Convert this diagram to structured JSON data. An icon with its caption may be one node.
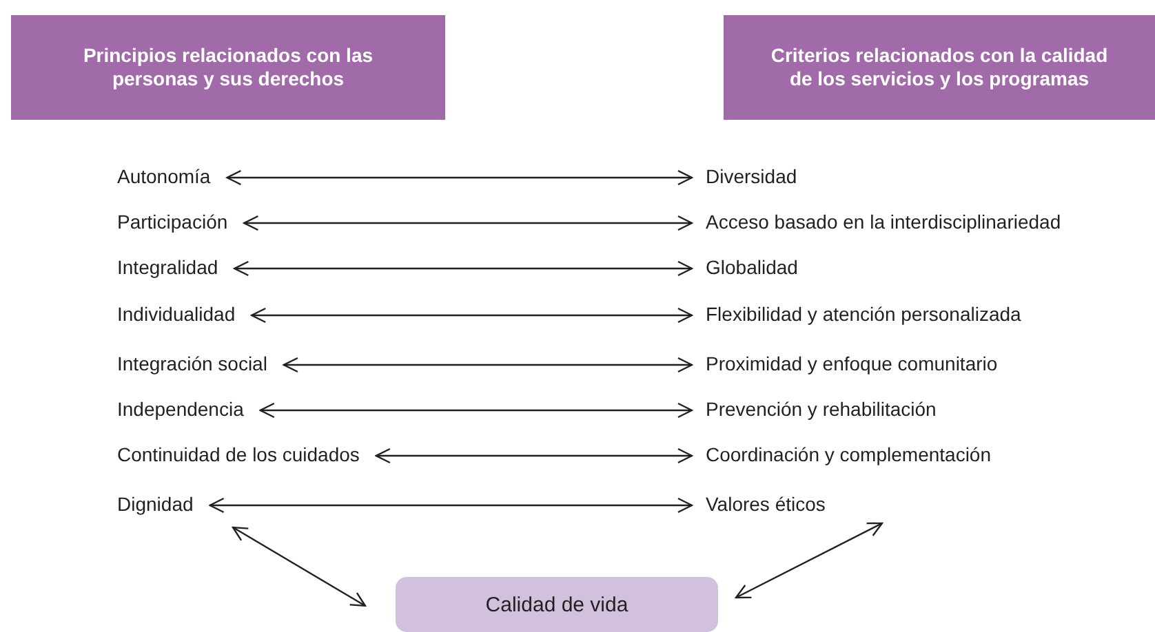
{
  "diagram": {
    "nodes": [
      {
        "text": [
          "Principios relacionados con las personas y sus derechos"
        ]
      },
      {
        "text": [
          "Criterios  relacionados con la calidad de los servicios y los programas"
        ]
      },
      {
        "text": [
          "Autonomía"
        ]
      },
      {
        "text": [
          "Participación"
        ]
      },
      {
        "text": [
          "Integralidad"
        ]
      },
      {
        "text": [
          "Individualidad"
        ]
      },
      {
        "text": [
          "Integración social"
        ]
      },
      {
        "text": [
          "Independencia"
        ]
      },
      {
        "text": [
          "Continuidad de los cuidados"
        ]
      },
      {
        "text": [
          "Dignidad"
        ]
      },
      {
        "text": [
          "Diversidad"
        ]
      },
      {
        "text": [
          "Acceso basado en la interdisciplinariedad"
        ]
      },
      {
        "text": [
          "Globalidad"
        ]
      },
      {
        "text": [
          "Flexibilidad y atención personalizada"
        ]
      },
      {
        "text": [
          "Proximidad y enfoque comunitario"
        ]
      },
      {
        "text": [
          "Prevención y rehabilitación"
        ]
      },
      {
        "text": [
          "Coordinación y complementación"
        ]
      },
      {
        "text": [
          "Valores éticos"
        ]
      },
      {
        "text": [
          "Calidad de vida"
        ]
      }
    ],
    "edges": [
      {
        "from": 2,
        "to": 10,
        "arrow": "both"
      },
      {
        "from": 3,
        "to": 11,
        "arrow": "both"
      },
      {
        "from": 4,
        "to": 12,
        "arrow": "both"
      },
      {
        "from": 5,
        "to": 13,
        "arrow": "both"
      },
      {
        "from": 6,
        "to": 14,
        "arrow": "both"
      },
      {
        "from": 7,
        "to": 15,
        "arrow": "both"
      },
      {
        "from": 8,
        "to": 16,
        "arrow": "both"
      },
      {
        "from": 9,
        "to": 17,
        "arrow": "both"
      },
      {
        "from": 9,
        "to": 18,
        "arrow": "both"
      },
      {
        "from": 17,
        "to": 18,
        "arrow": "both"
      }
    ]
  }
}
